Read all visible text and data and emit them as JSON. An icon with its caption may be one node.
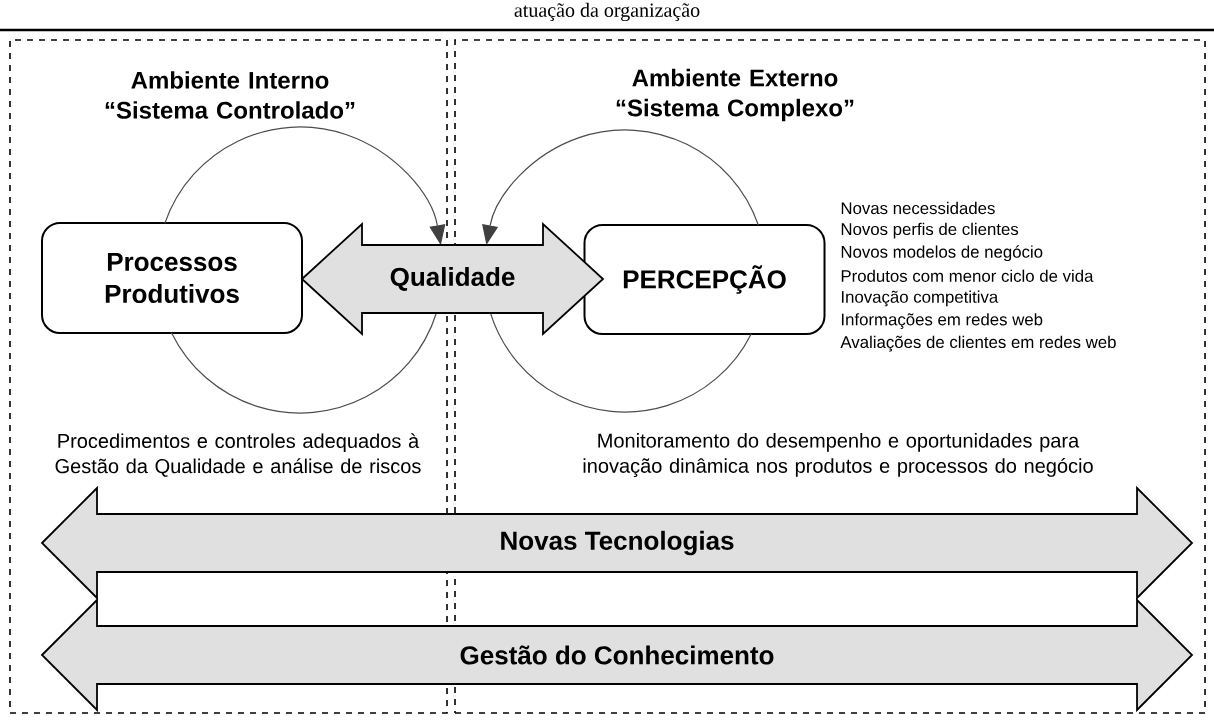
{
  "diagram": {
    "nodes": [
      {
        "text": [
          "Ambiente Interno “Sistema Controlado”",
          "Procedimentos e controles adequados à Gestão da Qualidade e análise de riscos"
        ]
      },
      {
        "text": [
          "Ambiente Externo “Sistema Complexo”",
          "Monitoramento do desempenho e oportunidades para inovação dinâmica nos produtos e processos do negócio"
        ]
      },
      {
        "text": [
          "Processos Produtivos"
        ],
        "in": 0
      },
      {
        "text": [
          "PERCEPÇÃO"
        ],
        "in": 1,
        "beside": [
          "Novas necessidades",
          "Novos perfis de clientes",
          "Novos modelos de negócio",
          "Produtos com menor ciclo de vida",
          "Inovação competitiva",
          "Informações em redes web",
          "Avaliações de clientes em redes web"
        ]
      },
      {
        "text": [
          "Novas Tecnologias"
        ]
      },
      {
        "text": [
          "Gestão do Conhecimento"
        ]
      }
    ],
    "edges": [
      {
        "from": 2,
        "to": null,
        "arrow": "to"
      },
      {
        "from": null,
        "to": 2,
        "arrow": "none"
      },
      {
        "from": 3,
        "to": null,
        "arrow": "to"
      },
      {
        "from": null,
        "to": 3,
        "arrow": "none"
      },
      {
        "from": 2,
        "to": 3,
        "arrow": "both",
        "label": "Qualidade",
        "style": "thick"
      }
    ],
    "labels": [
      "atuação da organização"
    ]
  }
}
